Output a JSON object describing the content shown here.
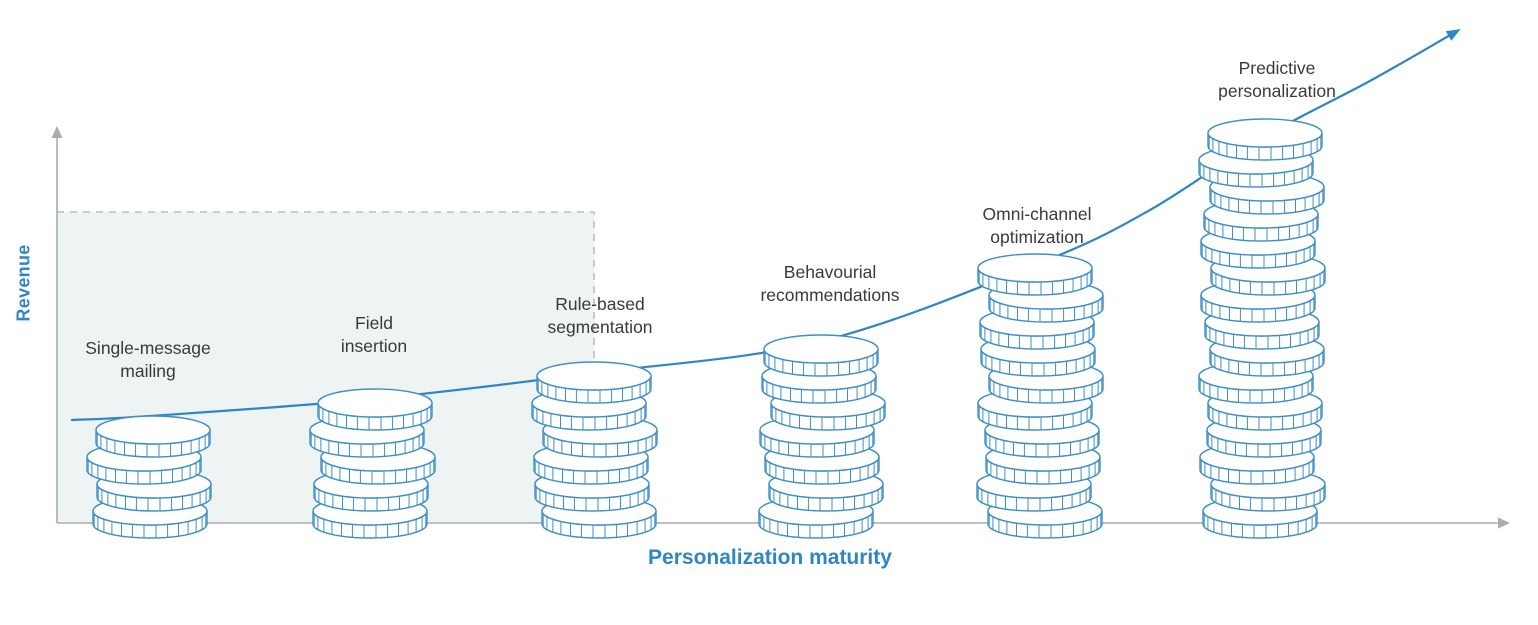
{
  "chart_data": {
    "type": "line",
    "title": "",
    "xlabel": "Personalization maturity",
    "ylabel": "Revenue",
    "x_categories": [
      "Single-message mailing",
      "Field insertion",
      "Rule-based segmentation",
      "Behavourial recommendations",
      "Omni-channel optimization",
      "Predictive personalization"
    ],
    "series": [
      {
        "name": "Revenue (coin stack height)",
        "units": "coins",
        "values": [
          4,
          5,
          6,
          7,
          10,
          15
        ]
      }
    ],
    "stages": [
      {
        "label": "Single-message mailing",
        "label_lines": [
          "Single-message",
          "mailing"
        ],
        "coins": 4
      },
      {
        "label": "Field insertion",
        "label_lines": [
          "Field",
          "insertion"
        ],
        "coins": 5
      },
      {
        "label": "Rule-based segmentation",
        "label_lines": [
          "Rule-based",
          "segmentation"
        ],
        "coins": 6
      },
      {
        "label": "Behavourial recommendations",
        "label_lines": [
          "Behavourial",
          "recommendations"
        ],
        "coins": 7
      },
      {
        "label": "Omni-channel optimization",
        "label_lines": [
          "Omni-channel",
          "optimization"
        ],
        "coins": 10
      },
      {
        "label": "Predictive personalization",
        "label_lines": [
          "Predictive",
          "personalization"
        ],
        "coins": 15
      }
    ],
    "trend": {
      "shape": "upward curve ending in arrowhead",
      "description": "revenue rises with personalization maturity"
    },
    "highlight_region": {
      "covers_stages": [
        "Single-message mailing",
        "Field insertion",
        "Rule-based segmentation"
      ],
      "style": "dashed outline with light fill"
    },
    "axes": {
      "x_arrow": true,
      "y_arrow": true,
      "grid": false,
      "legend": "none"
    },
    "colors": {
      "accent_blue": "#2f86c4",
      "coin_stroke": "#3e8fc7",
      "axis_gray": "#a8acae",
      "label_text": "#3a3a3a",
      "region_fill": "#eef3f3",
      "region_border": "#b9c0c3"
    }
  }
}
